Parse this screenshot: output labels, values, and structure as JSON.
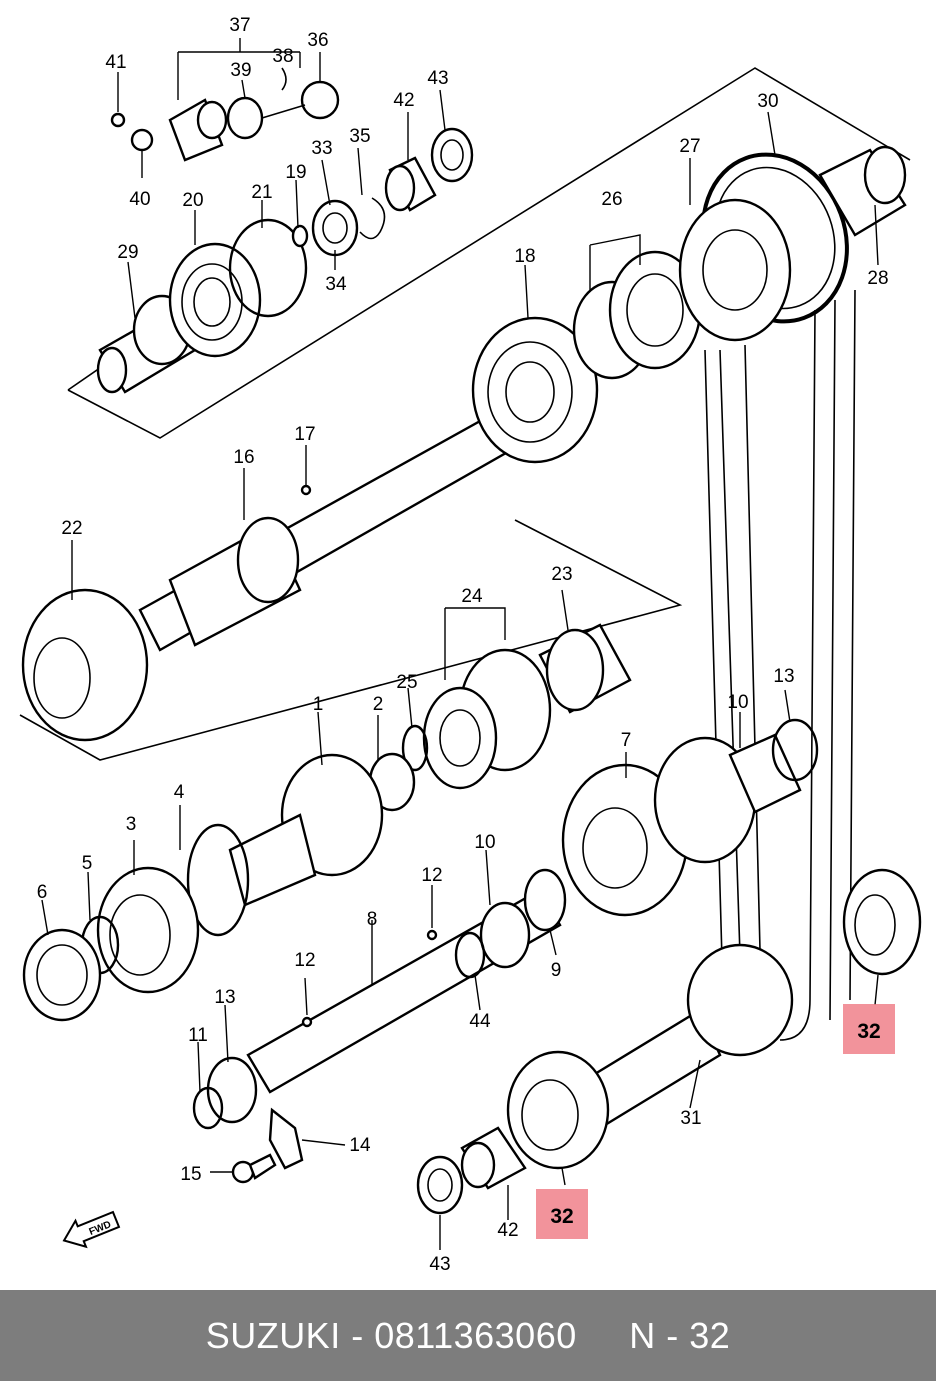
{
  "diagram": {
    "labels": [
      {
        "id": "37",
        "text": "37"
      },
      {
        "id": "41",
        "text": "41"
      },
      {
        "id": "39",
        "text": "39"
      },
      {
        "id": "38",
        "text": "38"
      },
      {
        "id": "36",
        "text": "36"
      },
      {
        "id": "42a",
        "text": "42"
      },
      {
        "id": "43a",
        "text": "43"
      },
      {
        "id": "40",
        "text": "40"
      },
      {
        "id": "35",
        "text": "35"
      },
      {
        "id": "33",
        "text": "33"
      },
      {
        "id": "20",
        "text": "20"
      },
      {
        "id": "21",
        "text": "21"
      },
      {
        "id": "19",
        "text": "19"
      },
      {
        "id": "34",
        "text": "34"
      },
      {
        "id": "29",
        "text": "29"
      },
      {
        "id": "30",
        "text": "30"
      },
      {
        "id": "27",
        "text": "27"
      },
      {
        "id": "26",
        "text": "26"
      },
      {
        "id": "28",
        "text": "28"
      },
      {
        "id": "18",
        "text": "18"
      },
      {
        "id": "17",
        "text": "17"
      },
      {
        "id": "16",
        "text": "16"
      },
      {
        "id": "22",
        "text": "22"
      },
      {
        "id": "24",
        "text": "24"
      },
      {
        "id": "23",
        "text": "23"
      },
      {
        "id": "25",
        "text": "25"
      },
      {
        "id": "1",
        "text": "1"
      },
      {
        "id": "2",
        "text": "2"
      },
      {
        "id": "13a",
        "text": "13"
      },
      {
        "id": "10a",
        "text": "10"
      },
      {
        "id": "7",
        "text": "7"
      },
      {
        "id": "4",
        "text": "4"
      },
      {
        "id": "3",
        "text": "3"
      },
      {
        "id": "5",
        "text": "5"
      },
      {
        "id": "6",
        "text": "6"
      },
      {
        "id": "10b",
        "text": "10"
      },
      {
        "id": "12a",
        "text": "12"
      },
      {
        "id": "8",
        "text": "8"
      },
      {
        "id": "9",
        "text": "9"
      },
      {
        "id": "12b",
        "text": "12"
      },
      {
        "id": "44",
        "text": "44"
      },
      {
        "id": "13b",
        "text": "13"
      },
      {
        "id": "11",
        "text": "11"
      },
      {
        "id": "14",
        "text": "14"
      },
      {
        "id": "15",
        "text": "15"
      },
      {
        "id": "31",
        "text": "31"
      },
      {
        "id": "42b",
        "text": "42"
      },
      {
        "id": "43b",
        "text": "43"
      }
    ],
    "highlighted": [
      {
        "id": "32a",
        "text": "32"
      },
      {
        "id": "32b",
        "text": "32"
      }
    ],
    "direction_marker": "FWD",
    "highlight_color": "#f0808a"
  },
  "footer": {
    "brand_part": "SUZUKI - 0811363060",
    "ref": "N - 32",
    "background": "#7d7d7d"
  }
}
